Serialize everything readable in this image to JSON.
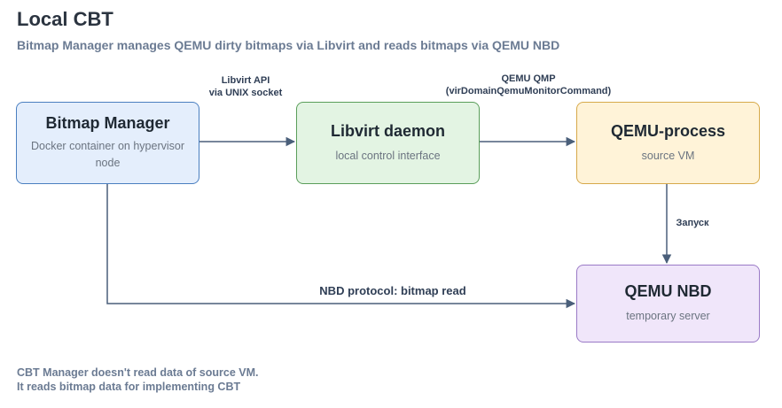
{
  "title": "Local CBT",
  "subtitle": "Bitmap Manager manages QEMU dirty bitmaps via Libvirt and reads bitmaps via QEMU NBD",
  "nodes": {
    "bitmap_manager": {
      "title": "Bitmap Manager",
      "subtitle": "Docker container on hypervisor node",
      "color": "#e4eefc",
      "border": "#4a7fc0"
    },
    "libvirt": {
      "title": "Libvirt daemon",
      "subtitle": "local control interface",
      "color": "#e3f4e3",
      "border": "#5a9e5a"
    },
    "qemu_process": {
      "title": "QEMU-process",
      "subtitle": "source VM",
      "color": "#fff3d8",
      "border": "#d7a94a"
    },
    "qemu_nbd": {
      "title": "QEMU NBD",
      "subtitle": "temporary server",
      "color": "#f0e6fa",
      "border": "#9a7ac6"
    }
  },
  "edges": {
    "bm_to_libvirt": {
      "line1": "Libvirt API",
      "line2": "via UNIX socket"
    },
    "libvirt_to_qemu": {
      "line1": "QEMU QMP",
      "line2": "(virDomainQemuMonitorCommand)"
    },
    "qemu_to_nbd": {
      "label": "Запуск"
    },
    "bm_to_nbd": {
      "label": "NBD protocol: bitmap read"
    }
  },
  "footer": {
    "line1": "CBT Manager doesn't read data of source VM.",
    "line2": "It reads bitmap data for implementing CBT"
  },
  "edge_color": "#4a5f7a"
}
